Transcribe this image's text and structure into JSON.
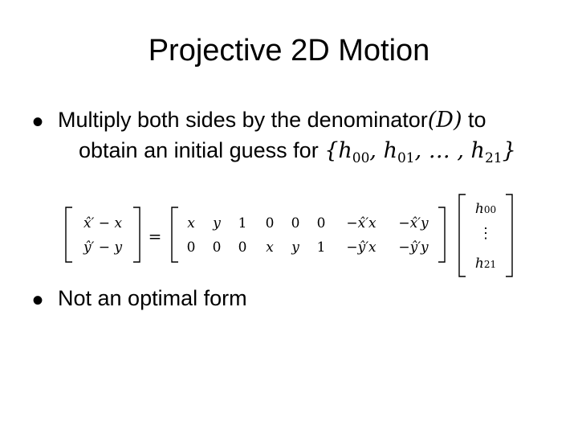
{
  "slide": {
    "title": "Projective 2D Motion",
    "bullet1": {
      "line1_prefix": "Multiply both sides by the denominator",
      "line1_math": "(D)",
      "line1_suffix": " to",
      "line2_prefix": "obtain an initial guess for ",
      "set_open": "{",
      "h00_base": "h",
      "h00_sub": "00",
      "sep1": ", ",
      "h01_base": "h",
      "h01_sub": "01",
      "sep2": ", … , ",
      "h21_base": "h",
      "h21_sub": "21",
      "set_close": "}"
    },
    "equation": {
      "lhs": [
        "x̂′ − x",
        "ŷ′ − y"
      ],
      "equals": "=",
      "matrix_row1": [
        "x",
        "y",
        "1",
        "0",
        "0",
        "0",
        "−x̂′x",
        "−x̂′y"
      ],
      "matrix_row2": [
        "0",
        "0",
        "0",
        "x",
        "y",
        "1",
        "−ŷ′x",
        "−ŷ′y"
      ],
      "vector_top": "h",
      "vector_top_sub": "00",
      "vector_dots": "⋮",
      "vector_bottom": "h",
      "vector_bottom_sub": "21"
    },
    "bullet2": "Not an optimal form"
  }
}
